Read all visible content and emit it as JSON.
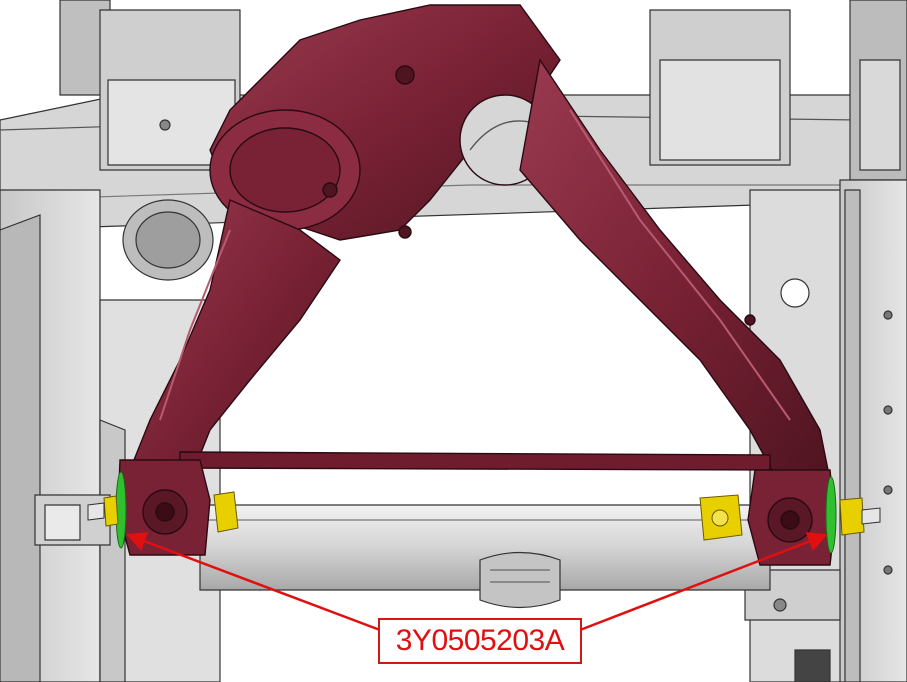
{
  "callout": {
    "label": "3Y0505203A"
  },
  "parts": {
    "control_arm": "control-arm",
    "washer_left": "green-washer",
    "washer_right": "green-washer",
    "nut_left": "yellow-nut",
    "nut_right": "yellow-nut"
  },
  "colors": {
    "control_arm": "#7a2235",
    "control_arm_dark": "#4e1420",
    "frame": "#d8d8d8",
    "frame_dark": "#a8a8a8",
    "washer": "#2fbf2f",
    "nut": "#e8d000",
    "callout": "#e01010"
  }
}
